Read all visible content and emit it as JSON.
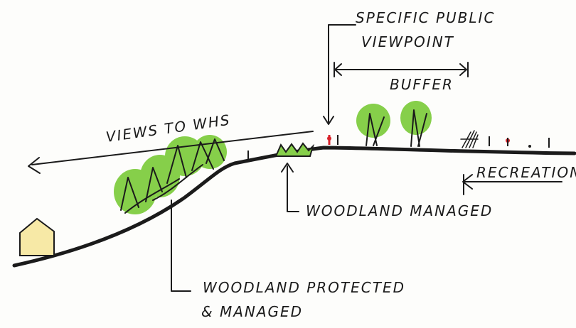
{
  "labels": {
    "viewpoint_line1": "SPECIFIC PUBLIC",
    "viewpoint_line2": "VIEWPOINT",
    "buffer": "BUFFER",
    "views": "VIEWS TO WHS",
    "recreation": "RECREATION",
    "woodland_managed": "WOODLAND MANAGED",
    "woodland_protected_line1": "WOODLAND PROTECTED",
    "woodland_protected_line2": "& MANAGED"
  },
  "colors": {
    "ink": "#1b1b1b",
    "tree_green": "#86cf4a",
    "house_fill": "#f7e9a6",
    "figure_red": "#d9232b"
  }
}
